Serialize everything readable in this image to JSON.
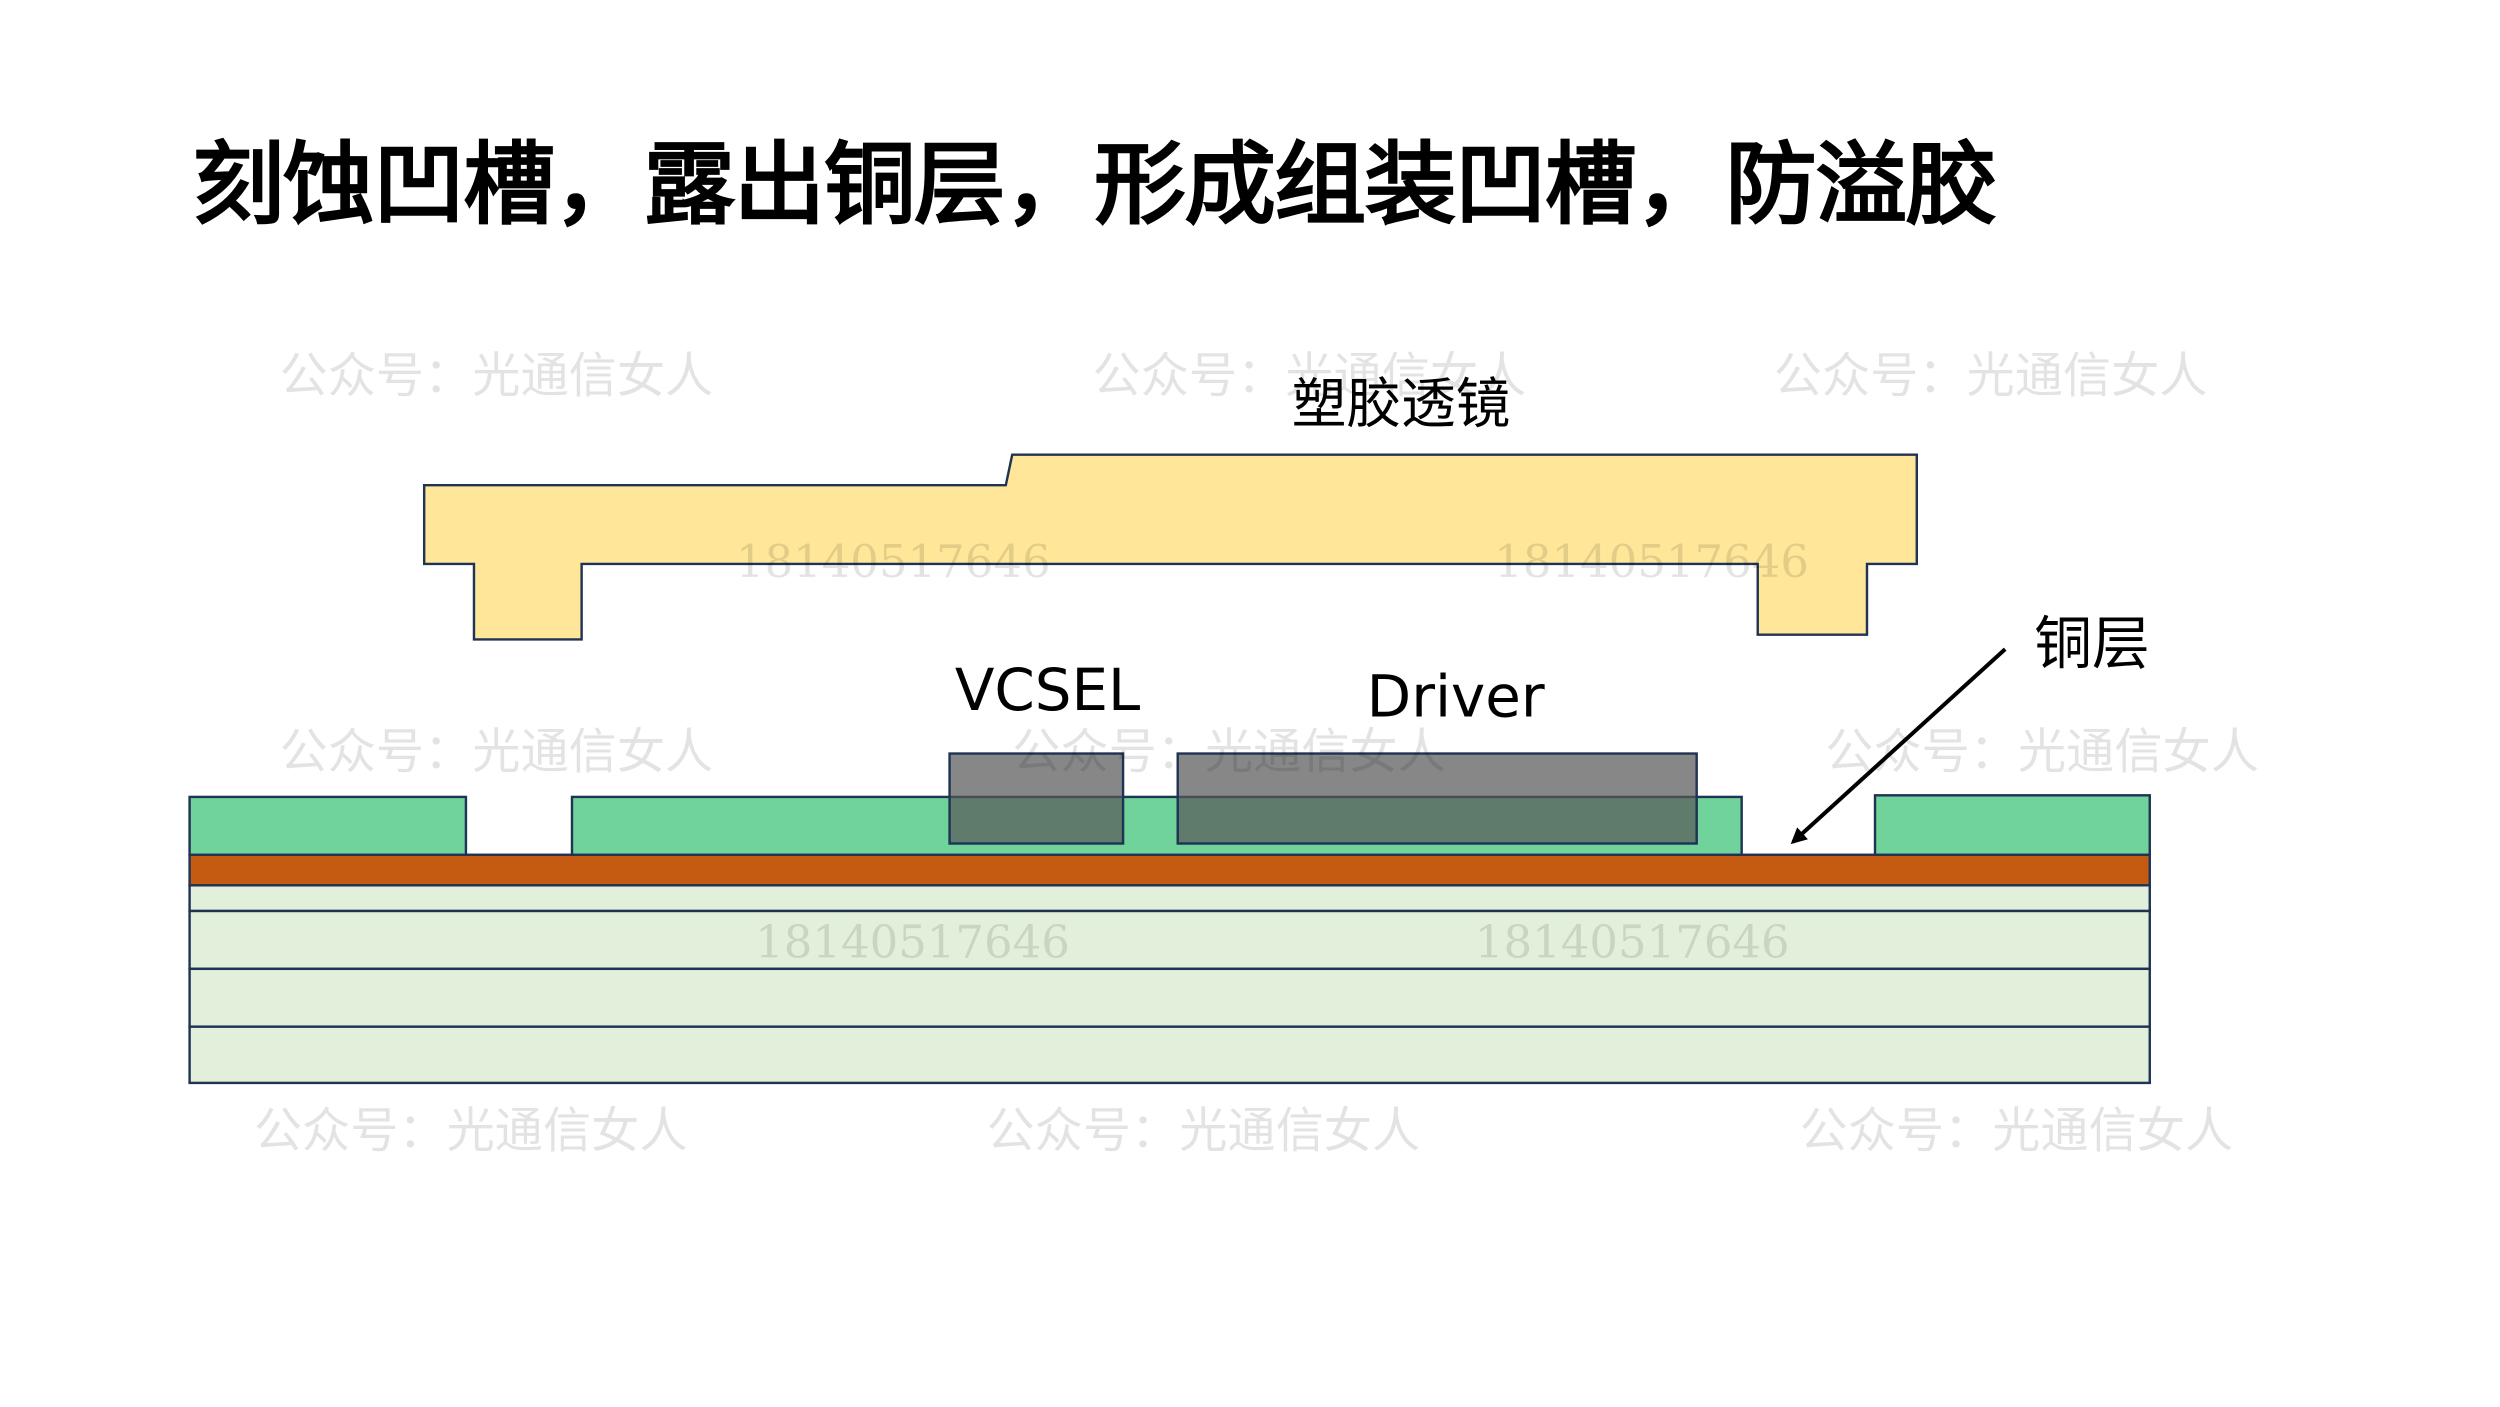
{
  "title": "刻蚀凹槽，露出铜层，形成组装凹槽，防溢胶",
  "labels": {
    "lens": "塑胶透镜",
    "vcsel": "VCSEL",
    "driver": "Driver",
    "copper": "铜层"
  },
  "watermarks": {
    "account": "公众号：光通信女人",
    "phone": "18140517646"
  },
  "colors": {
    "lens_fill": "#FFE699",
    "solder_mask": "#70D39C",
    "copper": "#C55A11",
    "substrate": "#E2EFDA",
    "chip": "#595959",
    "outline": "#1F3354"
  }
}
